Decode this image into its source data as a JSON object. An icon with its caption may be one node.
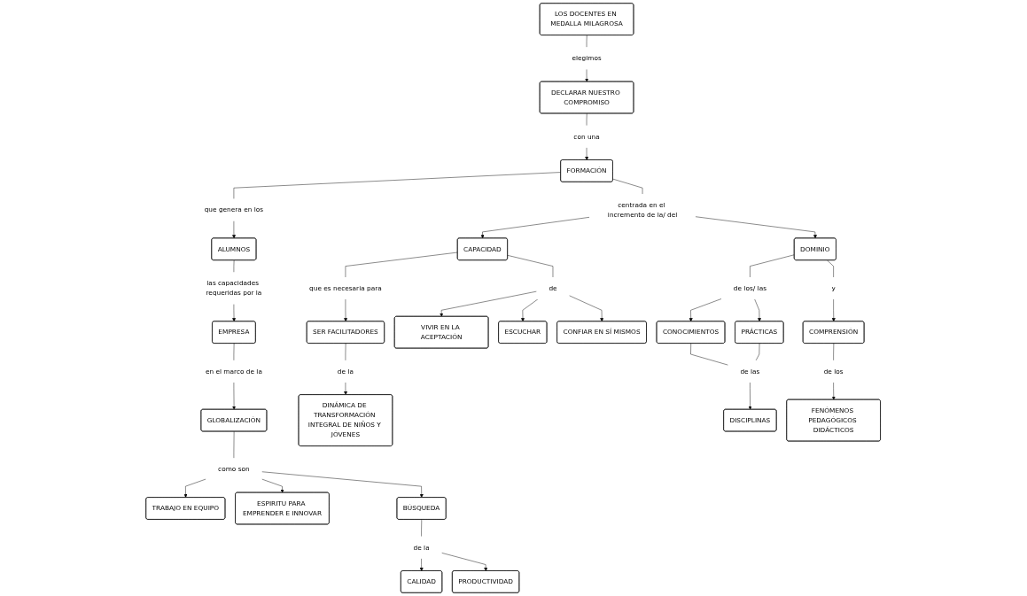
{
  "diagram": {
    "nodes": [
      {
        "text": [
          "LOS DOCENTES EN MEDALLA MILAGROSA"
        ]
      },
      {
        "text": [
          "elegimos"
        ]
      },
      {
        "text": [
          "ALUMNOS"
        ]
      },
      {
        "text": [
          "DECLARAR NUESTRO COMPROMISO"
        ]
      },
      {
        "text": [
          "las capacidades requeridas por la"
        ]
      },
      {
        "text": [
          "TRABAJO EN EQUIPO"
        ]
      },
      {
        "text": [
          "que genera en los"
        ]
      },
      {
        "text": [
          "con una"
        ]
      },
      {
        "text": [
          "EMPRESA"
        ]
      },
      {
        "text": [
          "ESPIRITU PARA EMPRENDER E INNOVAR"
        ]
      },
      {
        "text": [
          "FORMACIÓN"
        ]
      },
      {
        "text": [
          "en el marco de la"
        ]
      },
      {
        "text": [
          "GLOBALIZACIÓN"
        ]
      },
      {
        "text": [
          "como son"
        ]
      },
      {
        "text": [
          "centrada en el incremento de la/ del"
        ]
      },
      {
        "text": [
          "BÚSQUEDA"
        ]
      },
      {
        "text": [
          "CALIDAD"
        ]
      },
      {
        "text": [
          "de la"
        ]
      },
      {
        "text": [
          "CAPACIDAD"
        ]
      },
      {
        "text": [
          "que es necesaria para"
        ]
      },
      {
        "text": [
          "PRODUCTIVIDAD"
        ]
      },
      {
        "text": [
          "DOMINIO"
        ]
      },
      {
        "text": [
          "y"
        ]
      },
      {
        "text": [
          "de"
        ]
      },
      {
        "text": [
          "SER FACILITADORES"
        ]
      },
      {
        "text": [
          "de los/ las"
        ]
      },
      {
        "text": [
          "COMPRENSIÓN"
        ]
      },
      {
        "text": [
          "de la"
        ]
      },
      {
        "text": [
          "VIVIR EN LA ACEPTACIÓN"
        ]
      },
      {
        "text": [
          "ESCUCHAR"
        ]
      },
      {
        "text": [
          "CONFIAR EN SÍ MISMOS"
        ]
      },
      {
        "text": [
          "CONOCIMIENTOS"
        ]
      },
      {
        "text": [
          "PRÁCTICAS"
        ]
      },
      {
        "text": [
          "de los"
        ]
      },
      {
        "text": [
          "DINÁMICA DE TRANSFORMACIÓN INTEGRAL DE NIÑOS Y JÓVENES"
        ]
      },
      {
        "text": [
          "de las"
        ]
      },
      {
        "text": [
          "FENÓMENOS PEDAGÓGICOS DIDÁCTICOS"
        ]
      },
      {
        "text": [
          "DISCIPLINAS"
        ]
      }
    ],
    "edges": [
      {
        "from": 0,
        "to": 1,
        "arrow": "none"
      },
      {
        "from": 1,
        "to": 3,
        "arrow": "to"
      },
      {
        "from": 3,
        "to": 7,
        "arrow": "none"
      },
      {
        "from": 7,
        "to": 10,
        "arrow": "to"
      },
      {
        "from": 10,
        "to": 6,
        "arrow": "none"
      },
      {
        "from": 6,
        "to": 2,
        "arrow": "to"
      },
      {
        "from": 2,
        "to": 4,
        "arrow": "none"
      },
      {
        "from": 4,
        "to": 8,
        "arrow": "to"
      },
      {
        "from": 8,
        "to": 11,
        "arrow": "none"
      },
      {
        "from": 11,
        "to": 12,
        "arrow": "to"
      },
      {
        "from": 12,
        "to": 13,
        "arrow": "none"
      },
      {
        "from": 13,
        "to": 5,
        "arrow": "to"
      },
      {
        "from": 13,
        "to": 9,
        "arrow": "to"
      },
      {
        "from": 13,
        "to": 15,
        "arrow": "to"
      },
      {
        "from": 15,
        "to": 17,
        "arrow": "none"
      },
      {
        "from": 17,
        "to": 16,
        "arrow": "to"
      },
      {
        "from": 17,
        "to": 20,
        "arrow": "to"
      },
      {
        "from": 10,
        "to": 14,
        "arrow": "none"
      },
      {
        "from": 14,
        "to": 18,
        "arrow": "to"
      },
      {
        "from": 14,
        "to": 21,
        "arrow": "to"
      },
      {
        "from": 18,
        "to": 19,
        "arrow": "none"
      },
      {
        "from": 19,
        "to": 24,
        "arrow": "to"
      },
      {
        "from": 24,
        "to": 27,
        "arrow": "none"
      },
      {
        "from": 27,
        "to": 34,
        "arrow": "to"
      },
      {
        "from": 18,
        "to": 23,
        "arrow": "none"
      },
      {
        "from": 23,
        "to": 28,
        "arrow": "to"
      },
      {
        "from": 23,
        "to": 29,
        "arrow": "to"
      },
      {
        "from": 23,
        "to": 30,
        "arrow": "to"
      },
      {
        "from": 21,
        "to": 25,
        "arrow": "none"
      },
      {
        "from": 25,
        "to": 31,
        "arrow": "to"
      },
      {
        "from": 25,
        "to": 32,
        "arrow": "to"
      },
      {
        "from": 21,
        "to": 22,
        "arrow": "none"
      },
      {
        "from": 22,
        "to": 26,
        "arrow": "to"
      },
      {
        "from": 26,
        "to": 33,
        "arrow": "none"
      },
      {
        "from": 33,
        "to": 36,
        "arrow": "to"
      },
      {
        "from": 31,
        "to": 35,
        "arrow": "none"
      },
      {
        "from": 32,
        "to": 35,
        "arrow": "none"
      },
      {
        "from": 35,
        "to": 37,
        "arrow": "to"
      }
    ]
  }
}
